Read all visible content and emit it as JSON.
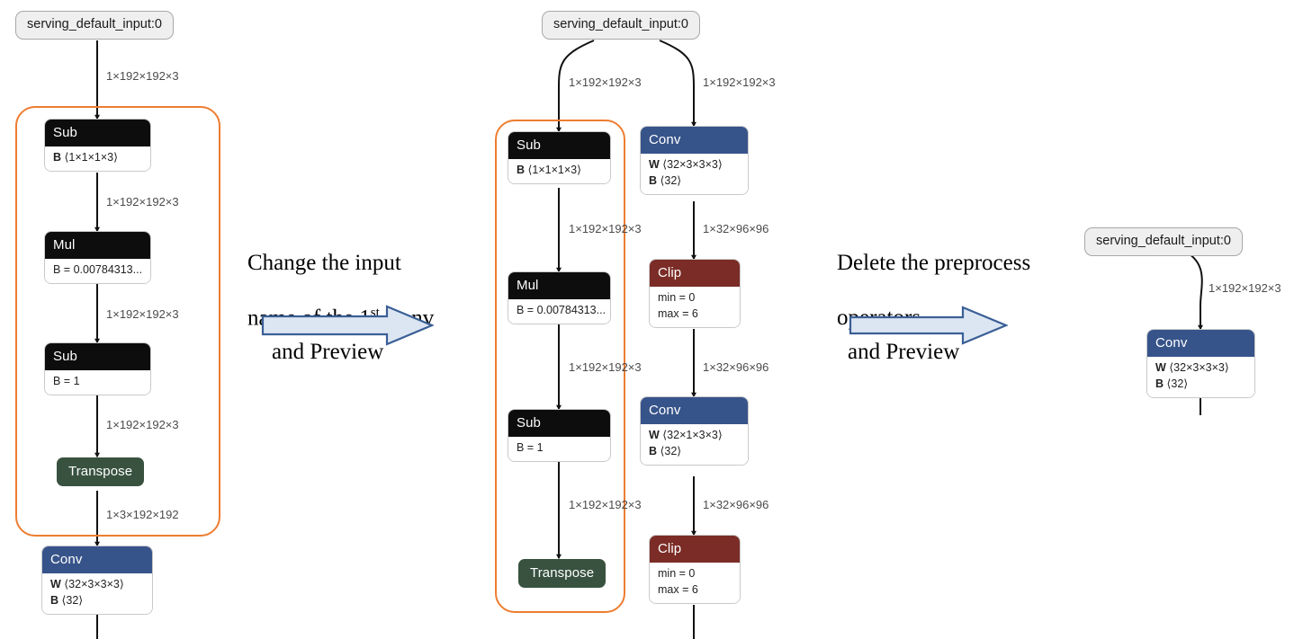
{
  "colors": {
    "group_outline": "#ed7d31",
    "conv_header": "#37548a",
    "clip_header": "#7b2c26",
    "transpose_header": "#38523f",
    "generic_header": "#0d0d0d",
    "input_pill_bg": "#efefef",
    "arrow_fill": "#dce6f2",
    "arrow_stroke": "#3a5f96",
    "edge_label": "#4b4b4b"
  },
  "stage1": {
    "input": {
      "label": "serving_default_input:0"
    },
    "edges": [
      {
        "label": "1×192×192×3"
      },
      {
        "label": "1×192×192×3"
      },
      {
        "label": "1×192×192×3"
      },
      {
        "label": "1×192×192×3"
      },
      {
        "label": "1×3×192×192"
      }
    ],
    "nodes": [
      {
        "title": "Sub",
        "rows": [
          "B ⟨1×1×1×3⟩"
        ]
      },
      {
        "title": "Mul",
        "rows": [
          "B = 0.00784313..."
        ]
      },
      {
        "title": "Sub",
        "rows": [
          "B = 1"
        ]
      },
      {
        "title": "Transpose",
        "rows": []
      },
      {
        "title": "Conv",
        "rows": [
          "W ⟨32×3×3×3⟩",
          "B ⟨32⟩"
        ]
      }
    ]
  },
  "annotation1": {
    "line1": "Change the input",
    "line2a": "name of the 1",
    "line2sup": "st",
    "line2b": " Conv",
    "sub": "and Preview"
  },
  "stage2": {
    "input": {
      "label": "serving_default_input:0"
    },
    "left_branch": {
      "edges": [
        {
          "label": "1×192×192×3"
        },
        {
          "label": "1×192×192×3"
        },
        {
          "label": "1×192×192×3"
        },
        {
          "label": "1×192×192×3"
        }
      ],
      "nodes": [
        {
          "title": "Sub",
          "rows": [
            "B ⟨1×1×1×3⟩"
          ]
        },
        {
          "title": "Mul",
          "rows": [
            "B = 0.00784313..."
          ]
        },
        {
          "title": "Sub",
          "rows": [
            "B = 1"
          ]
        },
        {
          "title": "Transpose",
          "rows": []
        }
      ]
    },
    "right_branch": {
      "edges": [
        {
          "label": "1×192×192×3"
        },
        {
          "label": "1×32×96×96"
        },
        {
          "label": "1×32×96×96"
        },
        {
          "label": "1×32×96×96"
        }
      ],
      "nodes": [
        {
          "title": "Conv",
          "rows": [
            "W ⟨32×3×3×3⟩",
            "B ⟨32⟩"
          ]
        },
        {
          "title": "Clip",
          "rows": [
            "min = 0",
            "max = 6"
          ]
        },
        {
          "title": "Conv",
          "rows": [
            "W ⟨32×1×3×3⟩",
            "B ⟨32⟩"
          ]
        },
        {
          "title": "Clip",
          "rows": [
            "min = 0",
            "max = 6"
          ]
        }
      ]
    }
  },
  "annotation2": {
    "line1": "Delete the preprocess",
    "line2": "operators",
    "sub": "and Preview"
  },
  "stage3": {
    "input": {
      "label": "serving_default_input:0"
    },
    "edges": [
      {
        "label": "1×192×192×3"
      }
    ],
    "nodes": [
      {
        "title": "Conv",
        "rows": [
          "W ⟨32×3×3×3⟩",
          "B ⟨32⟩"
        ]
      }
    ]
  }
}
